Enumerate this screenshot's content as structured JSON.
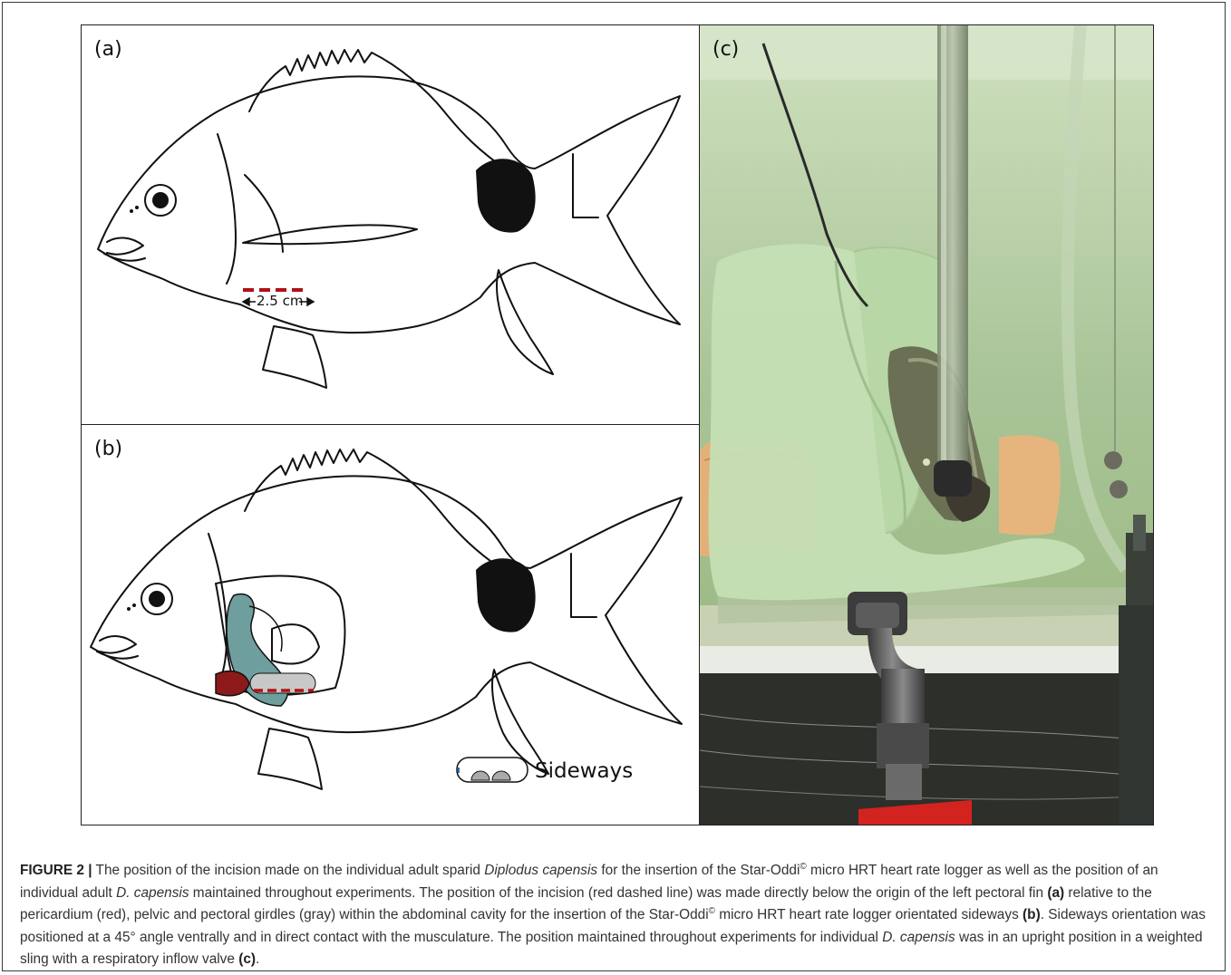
{
  "figure": {
    "panels": {
      "a": {
        "label": "(a)",
        "measurement": "2.5 cm"
      },
      "b": {
        "label": "(b)",
        "legend_label": "Sideways"
      },
      "c": {
        "label": "(c)"
      }
    },
    "colors": {
      "incision": "#b40f14",
      "pericardium": "#8c1a1a",
      "girdles": "#6e9e9e",
      "logger": "#c8c8c8",
      "water": "#b9d0a2"
    },
    "caption": {
      "figure_label": "FIGURE 2 |",
      "s1": " The position of the incision made on the individual adult sparid ",
      "i1": "Diplodus capensis",
      "s2": " for the insertion of the Star-Oddi",
      "sup1": "©",
      "s3": " micro HRT heart rate logger as well as the position of an individual adult ",
      "i2": "D. capensis",
      "s4": " maintained throughout experiments. The position of the incision (red dashed line) was made directly below the origin of the left pectoral fin ",
      "b1": "(a)",
      "s5": " relative to the pericardium (red), pelvic and pectoral girdles (gray) within the abdominal cavity for the insertion of the Star-Oddi",
      "sup2": "©",
      "s6": " micro HRT heart rate logger orientated sideways ",
      "b2": "(b)",
      "s7": ". Sideways orientation was positioned at a 45° angle ventrally and in direct contact with the musculature. The position maintained throughout experiments for individual ",
      "i3": "D. capensis",
      "s8": " was in an upright position in a weighted sling with a respiratory inflow valve ",
      "b3": "(c)",
      "s9": "."
    }
  }
}
